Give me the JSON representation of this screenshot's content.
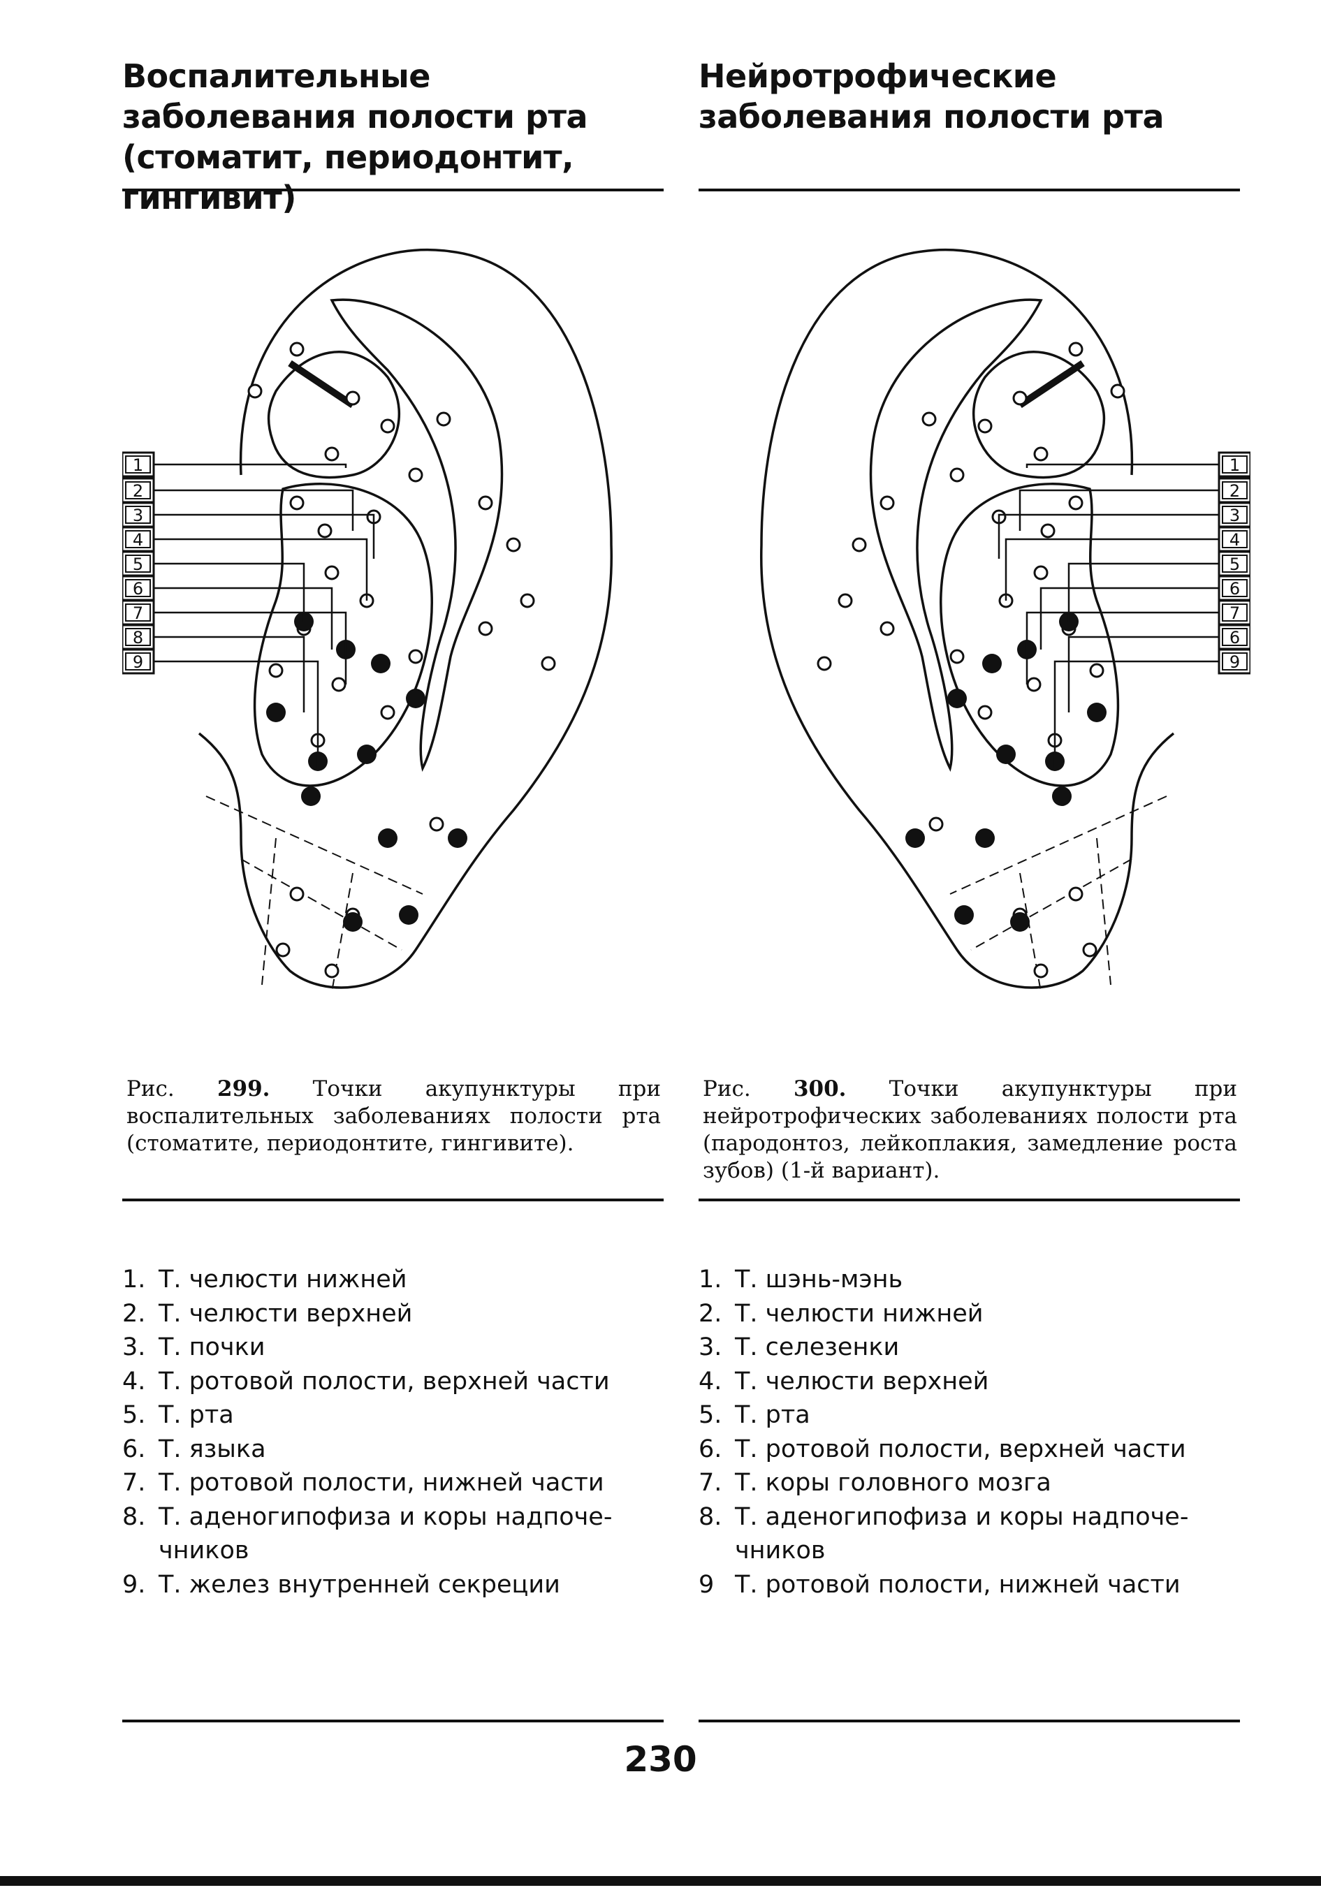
{
  "left": {
    "heading": "Воспалительные заболевания полости рта (стоматит, периодонтит, гингивит)",
    "caption": {
      "prefix": "Рис.",
      "number": "299.",
      "text": "Точки акупунктуры при воспалительных заболеваниях полости рта (стоматите, периодонтите, гингивите)."
    },
    "figure": {
      "box_labels": [
        "1",
        "2",
        "3",
        "4",
        "5",
        "6",
        "7",
        "8",
        "9"
      ]
    },
    "legend": [
      {
        "num": "1.",
        "text": "Т. челюсти нижней"
      },
      {
        "num": "2.",
        "text": "Т. челюсти верхней"
      },
      {
        "num": "3.",
        "text": "Т. почки"
      },
      {
        "num": "4.",
        "text": "Т. ротовой полости, верхней части"
      },
      {
        "num": "5.",
        "text": "Т. рта"
      },
      {
        "num": "6.",
        "text": "Т. языка"
      },
      {
        "num": "7.",
        "text": "Т. ротовой полости, нижней части"
      },
      {
        "num": "8.",
        "text": "Т. аденогипофиза и коры надпоче- чников"
      },
      {
        "num": "9.",
        "text": "Т. желез внутренней секреции"
      }
    ]
  },
  "right": {
    "heading": "Нейротрофические заболевания полости рта",
    "caption": {
      "prefix": "Рис.",
      "number": "300.",
      "text": "Точки акупунктуры при нейротрофических заболеваниях полости рта (пародонтоз, лейкоплакия, замедление роста зубов) (1-й вариант)."
    },
    "figure": {
      "box_labels": [
        "1",
        "2",
        "3",
        "4",
        "5",
        "6",
        "7",
        "6",
        "9"
      ]
    },
    "legend": [
      {
        "num": "1.",
        "text": "Т. шэнь-мэнь"
      },
      {
        "num": "2.",
        "text": "Т. челюсти нижней"
      },
      {
        "num": "3.",
        "text": "Т. селезенки"
      },
      {
        "num": "4.",
        "text": "Т. челюсти верхней"
      },
      {
        "num": "5.",
        "text": "Т. рта"
      },
      {
        "num": "6.",
        "text": "Т. ротовой полости, верхней части"
      },
      {
        "num": "7.",
        "text": "Т. коры головного мозга"
      },
      {
        "num": "8.",
        "text": "Т. аденогипофиза и коры надпоче- чников"
      },
      {
        "num": "9",
        "text": "Т. ротовой полости, нижней части"
      }
    ]
  },
  "page_number": "230"
}
